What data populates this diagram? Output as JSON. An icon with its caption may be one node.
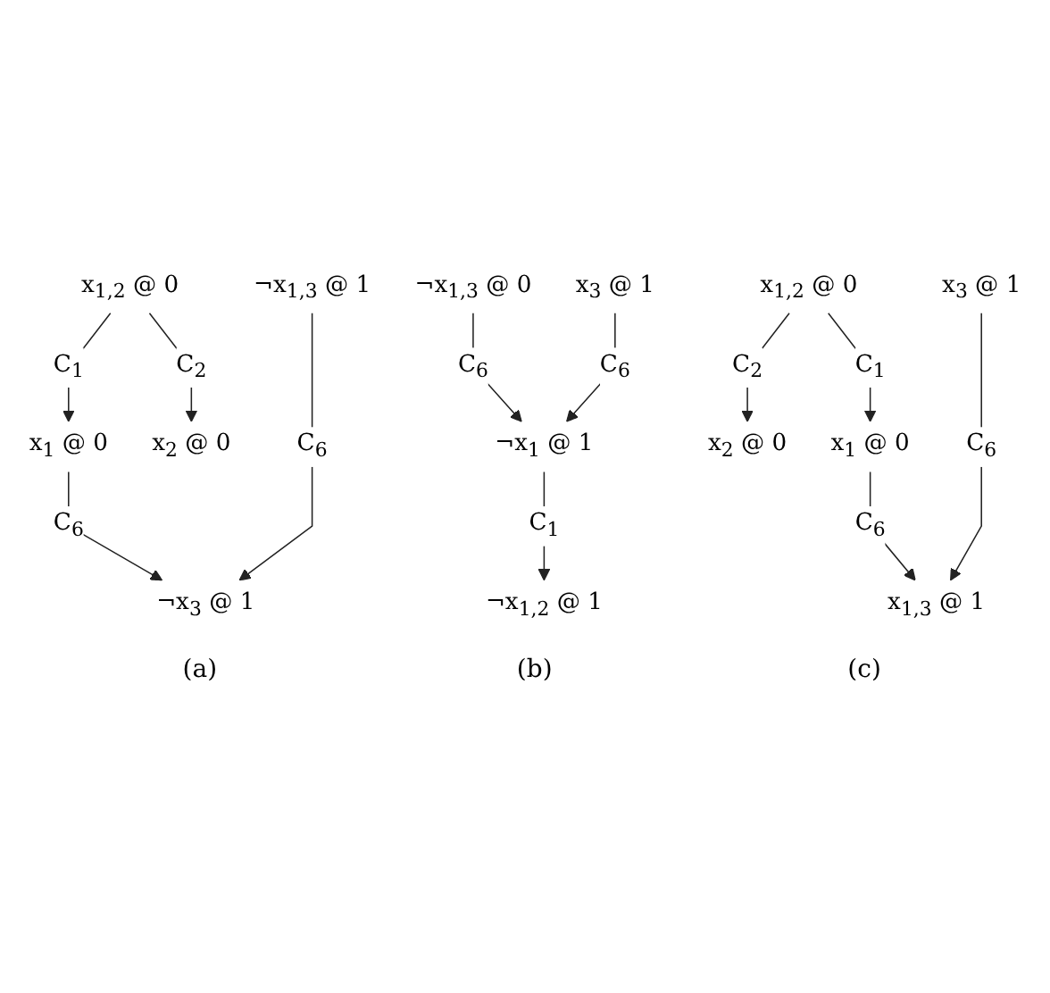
{
  "diagram": {
    "nodes": [
      {
        "text": [
          "x$_{1,2}$ @ 0"
        ]
      },
      {
        "text": [
          "¬x$_{1,3}$ @ 1"
        ]
      },
      {
        "text": [
          "x$_{1}$ @ 0"
        ]
      },
      {
        "text": [
          "x$_{2}$ @ 0"
        ]
      },
      {
        "text": [
          "¬x$_{3}$ @ 1"
        ]
      },
      {
        "text": [
          "¬x$_{1,3}$ @ 0"
        ]
      },
      {
        "text": [
          "x$_{3}$ @ 1"
        ]
      },
      {
        "text": [
          "¬x$_{1}$ @ 1"
        ]
      },
      {
        "text": [
          "¬x$_{1,2}$ @ 1"
        ]
      },
      {
        "text": [
          "x$_{1,2}$ @ 0"
        ]
      },
      {
        "text": [
          "x$_{3}$ @ 1"
        ]
      },
      {
        "text": [
          "x$_{1}$ @ 0"
        ]
      },
      {
        "text": [
          "x$_{2}$ @ 0"
        ]
      },
      {
        "text": [
          "x$_{1,3}$ @ 1"
        ]
      }
    ],
    "edges": [
      {
        "from": 0,
        "to": 2,
        "arrow": "to",
        "label": "C$_{1}$"
      },
      {
        "from": 0,
        "to": 3,
        "arrow": "to",
        "label": "C$_{2}$"
      },
      {
        "from": 2,
        "to": 4,
        "arrow": "to",
        "label": "C$_{6}$"
      },
      {
        "from": 1,
        "to": 4,
        "arrow": "to",
        "label": "C$_{6}$"
      },
      {
        "from": 5,
        "to": 7,
        "arrow": "to",
        "label": "C$_{6}$"
      },
      {
        "from": 6,
        "to": 7,
        "arrow": "to",
        "label": "C$_{6}$"
      },
      {
        "from": 7,
        "to": 8,
        "arrow": "to",
        "label": "C$_{1}$"
      },
      {
        "from": 9,
        "to": 11,
        "arrow": "to",
        "label": "C$_{1}$"
      },
      {
        "from": 9,
        "to": 12,
        "arrow": "to",
        "label": "C$_{2}$"
      },
      {
        "from": 11,
        "to": 13,
        "arrow": "to",
        "label": "C$_{6}$"
      },
      {
        "from": 10,
        "to": 13,
        "arrow": "to",
        "label": "C$_{6}$"
      }
    ],
    "labels": [
      "(a)",
      "(b)",
      "(c)"
    ]
  }
}
